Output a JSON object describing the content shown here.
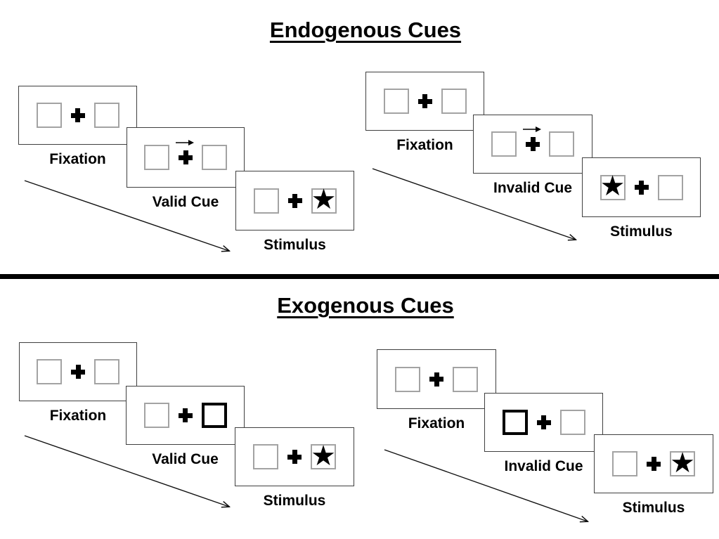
{
  "endogenous": {
    "title": "Endogenous Cues",
    "valid": {
      "cue_type": "central-arrow-pointing-right",
      "stimulus_side": "right",
      "steps": [
        "Fixation",
        "Valid Cue",
        "Stimulus"
      ]
    },
    "invalid": {
      "cue_type": "central-arrow-pointing-right",
      "stimulus_side": "left",
      "steps": [
        "Fixation",
        "Invalid Cue",
        "Stimulus"
      ]
    }
  },
  "exogenous": {
    "title": "Exogenous Cues",
    "valid": {
      "cue_type": "bold-peripheral-box-right",
      "stimulus_side": "right",
      "steps": [
        "Fixation",
        "Valid Cue",
        "Stimulus"
      ]
    },
    "invalid": {
      "cue_type": "bold-peripheral-box-left",
      "stimulus_side": "right",
      "steps": [
        "Fixation",
        "Invalid Cue",
        "Stimulus"
      ]
    }
  },
  "glyphs": {
    "star": "★"
  },
  "colors": {
    "ink": "#000000",
    "panel_border": "#3f3f3f",
    "square_border": "#a3a3a3",
    "cue_highlight_border": "#000000",
    "background": "#ffffff"
  }
}
